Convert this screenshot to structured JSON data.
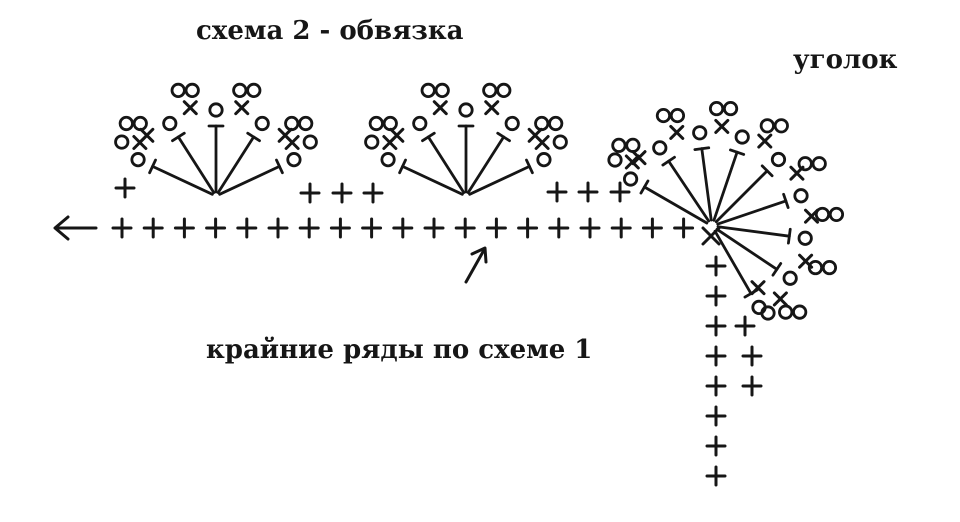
{
  "labels": {
    "title": "схема 2  - обвязка",
    "corner": "уголок",
    "note": "крайние ряды по схеме 1"
  },
  "colors": {
    "ink": "#161616",
    "background": "#ffffff"
  },
  "symbols": {
    "single_crochet": "plus-symbol",
    "slip_stitch": "cross-symbol",
    "chain": "chain-circle-symbol",
    "double_crochet": "t-bar-symbol"
  },
  "diagram": {
    "base_row_stitches": 19,
    "corner_column_stitches": 8,
    "fan_count": 3,
    "fan_spokes": 5,
    "corner_fan_spokes": 9,
    "work_direction": "left"
  }
}
